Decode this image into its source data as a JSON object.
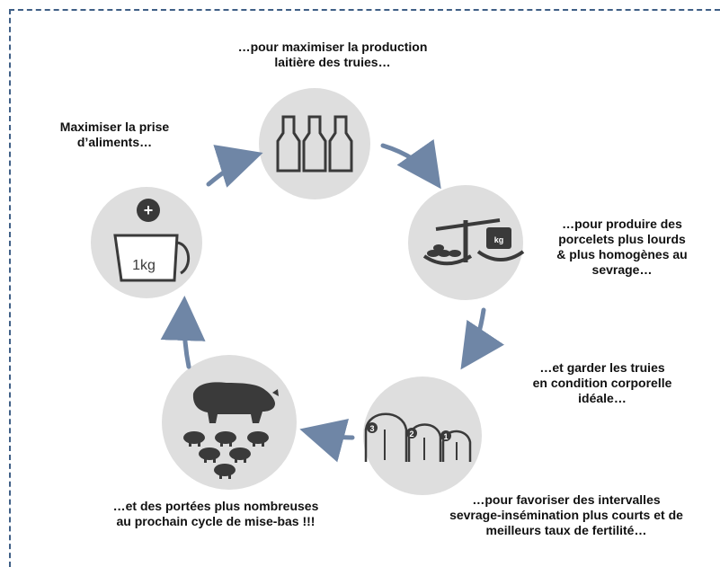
{
  "captions": {
    "feed_intake": "Maximiser la prise\nd’aliments…",
    "milk_production": "…pour maximiser la production\nlaitière des truies…",
    "heavier_piglets": "…pour produire des\nporcelets plus lourds\n& plus homogènes au\nsevrage…",
    "body_condition": "…et garder les truies\nen condition corporelle\nidéale…",
    "fertility": "…pour favoriser des intervalles\nsevrage-insémination plus courts et de\nmeilleurs taux de fertilité…",
    "larger_litters": "…et des portées plus nombreuses\nau prochain cycle de mise-bas !!!"
  },
  "icons": {
    "cup_label": "1kg",
    "plus_symbol": "+",
    "weight_label": "kg",
    "sow_rank_3": "3",
    "sow_rank_2": "2",
    "sow_rank_1": "1"
  },
  "colors": {
    "frame": "#3f5f86",
    "circle": "#dedede",
    "icon": "#3a3a3a",
    "arrow": "#6f86a6"
  }
}
